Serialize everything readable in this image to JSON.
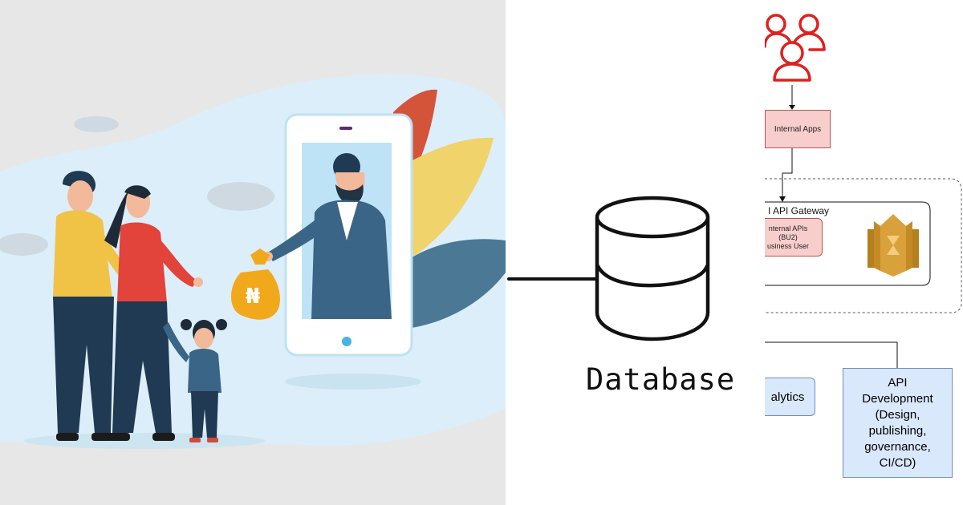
{
  "left_illustration": {
    "bag_symbol": "₦"
  },
  "database": {
    "label": "Database"
  },
  "architecture": {
    "users_icon": "users-group-icon",
    "internal_apps": "Internal Apps",
    "gateway_label": "I  API Gateway",
    "internal_apis": [
      "nternal APIs",
      "(BU2)",
      "usiness User"
    ],
    "analytics": "alytics",
    "api_development": [
      "API",
      "Development",
      "(Design,",
      "publishing,",
      "governance,",
      "CI/CD)"
    ]
  },
  "colors": {
    "users_red": "#e02020",
    "pink_fill": "#f8cecc",
    "pink_border": "#b85450",
    "blue_fill": "#dae8fc",
    "blue_border": "#6c8ebf",
    "aws_gold": "#d9a13b"
  }
}
